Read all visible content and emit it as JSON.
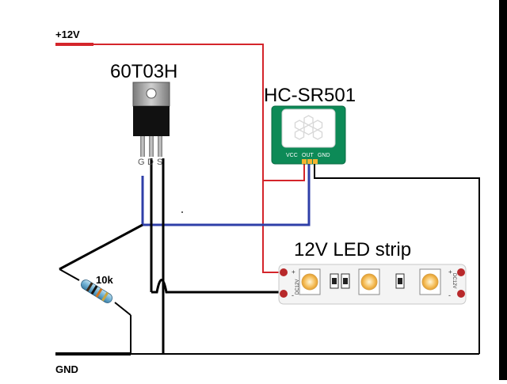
{
  "labels": {
    "supply": "+12V",
    "ground": "GND",
    "mosfet_part": "60T03H",
    "sensor_part": "HC-SR501",
    "strip_title": "12V LED strip",
    "resistor_value": "10k",
    "pin_g": "G",
    "pin_d": "D",
    "pin_s": "S",
    "sensor_vcc": "VCC",
    "sensor_out": "OUT",
    "sensor_gnd": "GND",
    "strip_left_tag": "DC12V",
    "strip_right_tag": "DC12V",
    "plus": "+",
    "minus": "-"
  },
  "colors": {
    "wire_positive": "#d4252b",
    "wire_signal": "#2f3fa8",
    "wire_ground": "#000000",
    "pcb_green": "#0d8a57",
    "led_warm": "#f7c466",
    "strip_white": "#f4f4f4",
    "mosfet_tab": "#9a9a9a"
  }
}
